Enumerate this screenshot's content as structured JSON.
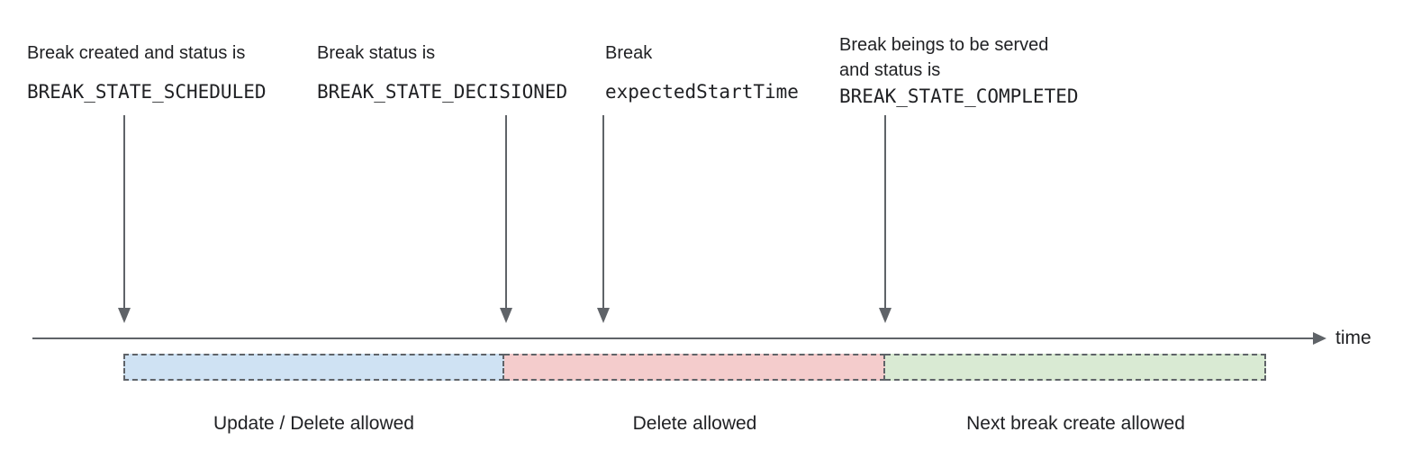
{
  "diagram": {
    "axis_label": "time",
    "colors": {
      "segment_blue": "#cfe2f3",
      "segment_red": "#f4cccc",
      "segment_green": "#d9ead3",
      "line": "#5f6368",
      "text": "#202124"
    },
    "annotations": [
      {
        "line1": "Break created and status is",
        "code": "BREAK_STATE_SCHEDULED"
      },
      {
        "line1": "Break status is",
        "code": "BREAK_STATE_DECISIONED"
      },
      {
        "line1": "Break",
        "code": "expectedStartTime"
      },
      {
        "line1": "Break beings to be served",
        "line2": "and status is",
        "code": "BREAK_STATE_COMPLETED"
      }
    ],
    "segments": [
      {
        "label": "Update / Delete allowed",
        "color": "#cfe2f3"
      },
      {
        "label": "Delete allowed",
        "color": "#f4cccc"
      },
      {
        "label": "Next break create allowed",
        "color": "#d9ead3"
      }
    ]
  }
}
